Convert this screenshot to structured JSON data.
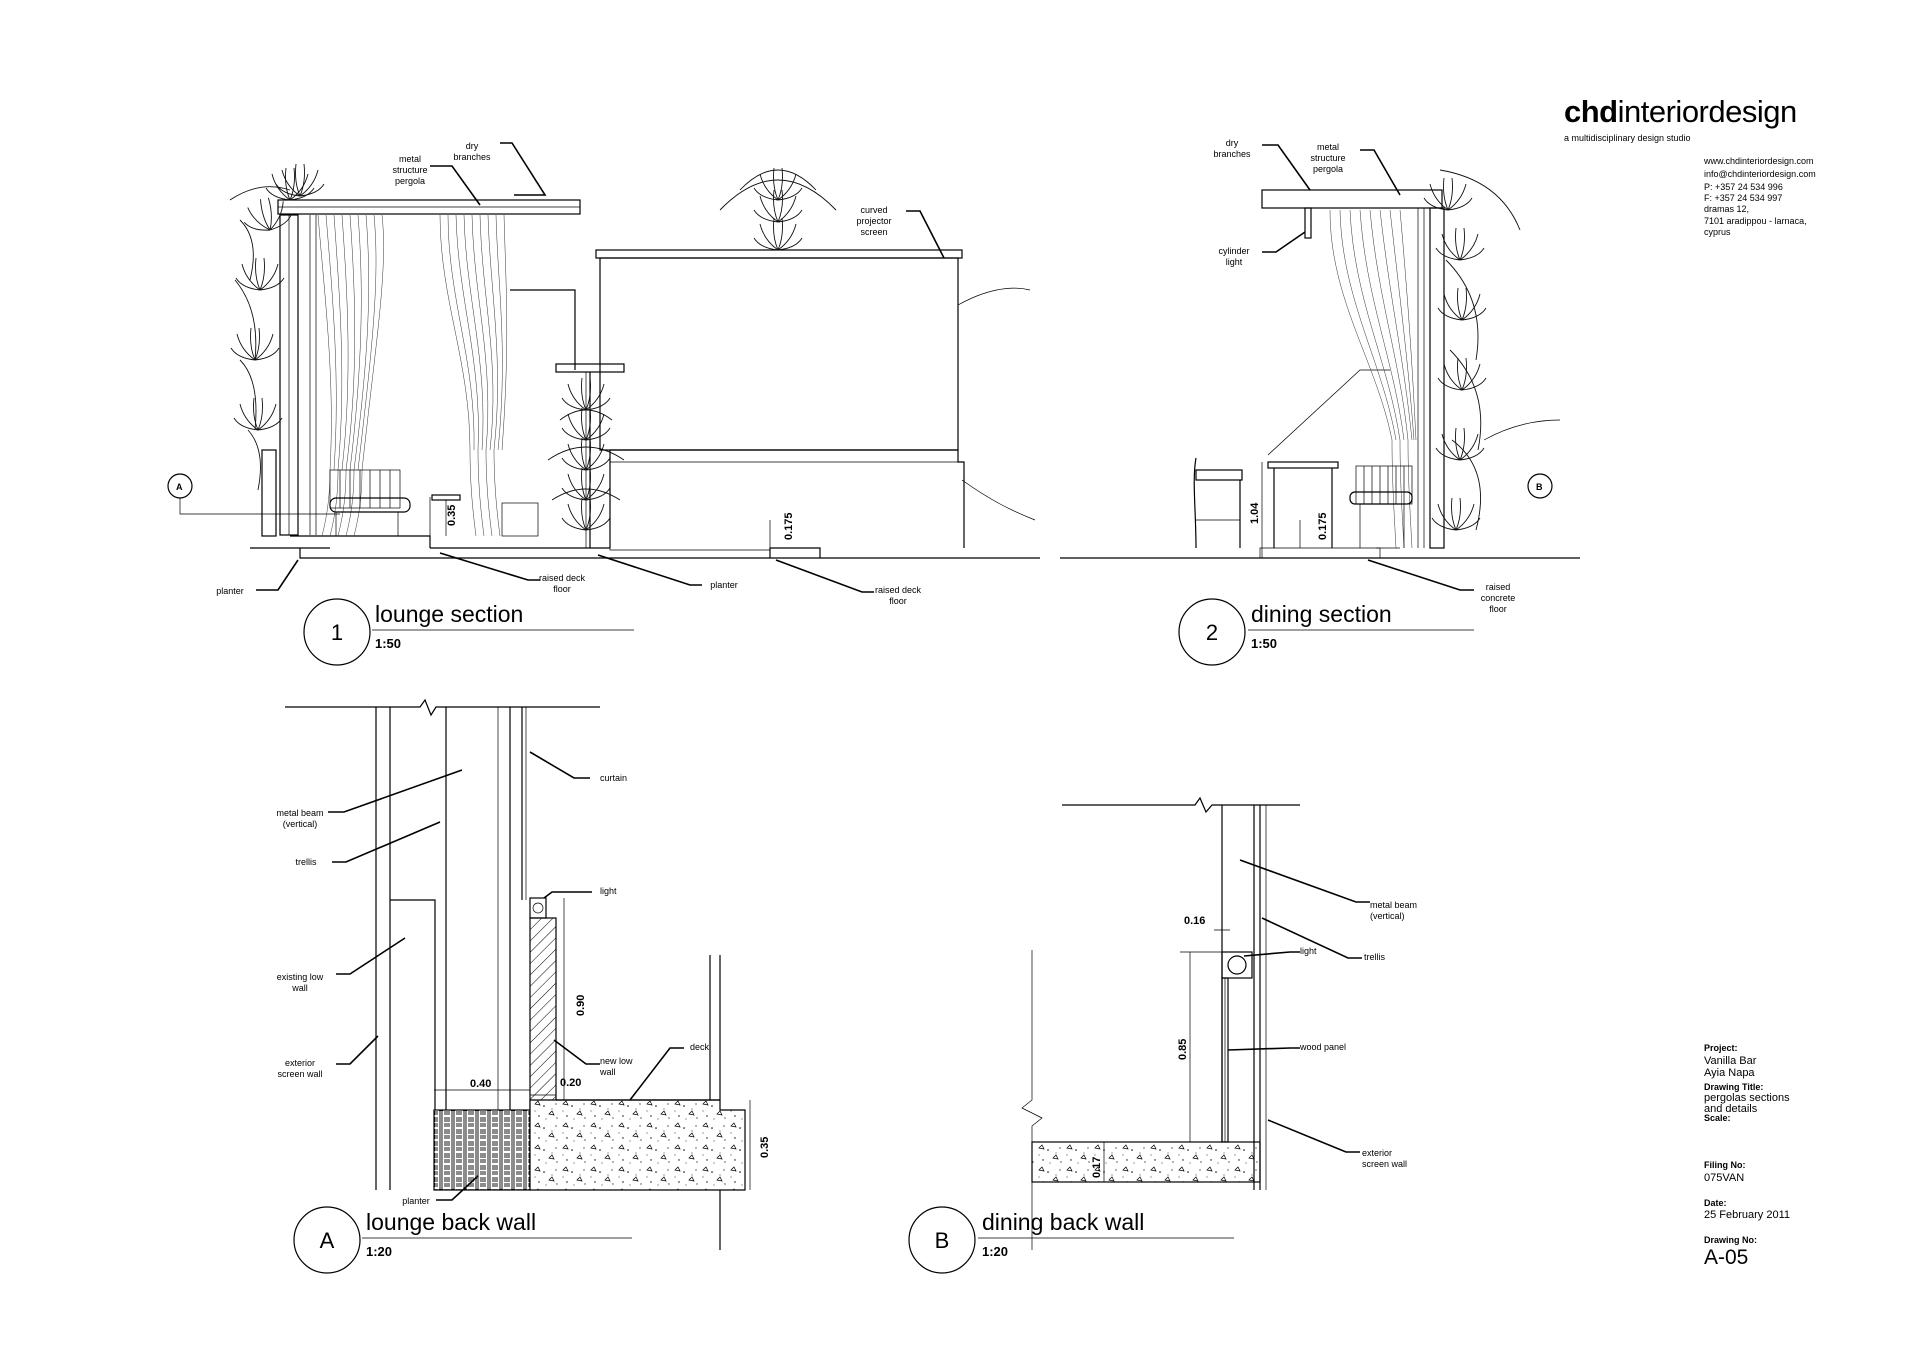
{
  "title_block": {
    "logo_bold": "chd",
    "logo_rest": "interiordesign",
    "tagline": "a multidisciplinary design studio",
    "contact": [
      "www.chdinteriordesign.com",
      "info@chdinteriordesign.com",
      "P: +357 24 534 996",
      "F: +357 24 534 997",
      "dramas 12,",
      "7101 aradippou - larnaca,",
      "cyprus"
    ],
    "project_label": "Project:",
    "project_lines": [
      "Vanilla Bar",
      "Ayia Napa"
    ],
    "drawing_title_label": "Drawing Title:",
    "drawing_title_lines": [
      "pergolas sections",
      "and details"
    ],
    "scale_label": "Scale:",
    "filing_label": "Filing No:",
    "filing_value": "075VAN",
    "date_label": "Date:",
    "date_value": "25 February 2011",
    "drawing_no_label": "Drawing No:",
    "drawing_no_value": "A-05"
  },
  "section1": {
    "number": "1",
    "title": "lounge section",
    "scale": "1:50",
    "marker": "A",
    "labels": {
      "dry_branches": [
        "dry",
        "branches"
      ],
      "metal_pergola": [
        "metal",
        "structure",
        "pergola"
      ],
      "curved_screen": [
        "curved",
        "projector",
        "screen"
      ],
      "planter_left": "planter",
      "raised_deck_1": [
        "raised deck",
        "floor"
      ],
      "planter_mid": "planter",
      "raised_deck_2": [
        "raised deck",
        "floor"
      ]
    },
    "dims": {
      "seat_height": "0.35",
      "step_height": "0.175"
    }
  },
  "section2": {
    "number": "2",
    "title": "dining section",
    "scale": "1:50",
    "marker": "B",
    "labels": {
      "dry_branches": [
        "dry",
        "branches"
      ],
      "metal_pergola": [
        "metal",
        "structure",
        "pergola"
      ],
      "cylinder_light": [
        "cylinder",
        "light"
      ],
      "raised_concrete": [
        "raised",
        "concrete",
        "floor"
      ]
    },
    "dims": {
      "table_height": "1.04",
      "step_height": "0.175"
    }
  },
  "detailA": {
    "letter": "A",
    "title": "lounge back wall",
    "scale": "1:20",
    "labels": {
      "curtain": "curtain",
      "metal_beam": [
        "metal beam",
        "(vertical)"
      ],
      "trellis": "trellis",
      "light": "light",
      "existing_wall": [
        "existing low",
        "wall"
      ],
      "exterior_wall": [
        "exterior",
        "screen wall"
      ],
      "new_wall": [
        "new low",
        "wall"
      ],
      "deck": "deck",
      "planter": "planter"
    },
    "dims": {
      "height": "0.90",
      "width1": "0.40",
      "width2": "0.20",
      "deck": "0.35"
    }
  },
  "detailB": {
    "letter": "B",
    "title": "dining back wall",
    "scale": "1:20",
    "labels": {
      "metal_beam": [
        "metal beam",
        "(vertical)"
      ],
      "light": "light",
      "trellis": "trellis",
      "wood_panel": "wood panel",
      "exterior_wall": [
        "exterior",
        "screen wall"
      ]
    },
    "dims": {
      "gap": "0.16",
      "height": "0.85",
      "slab": "0.17"
    }
  }
}
